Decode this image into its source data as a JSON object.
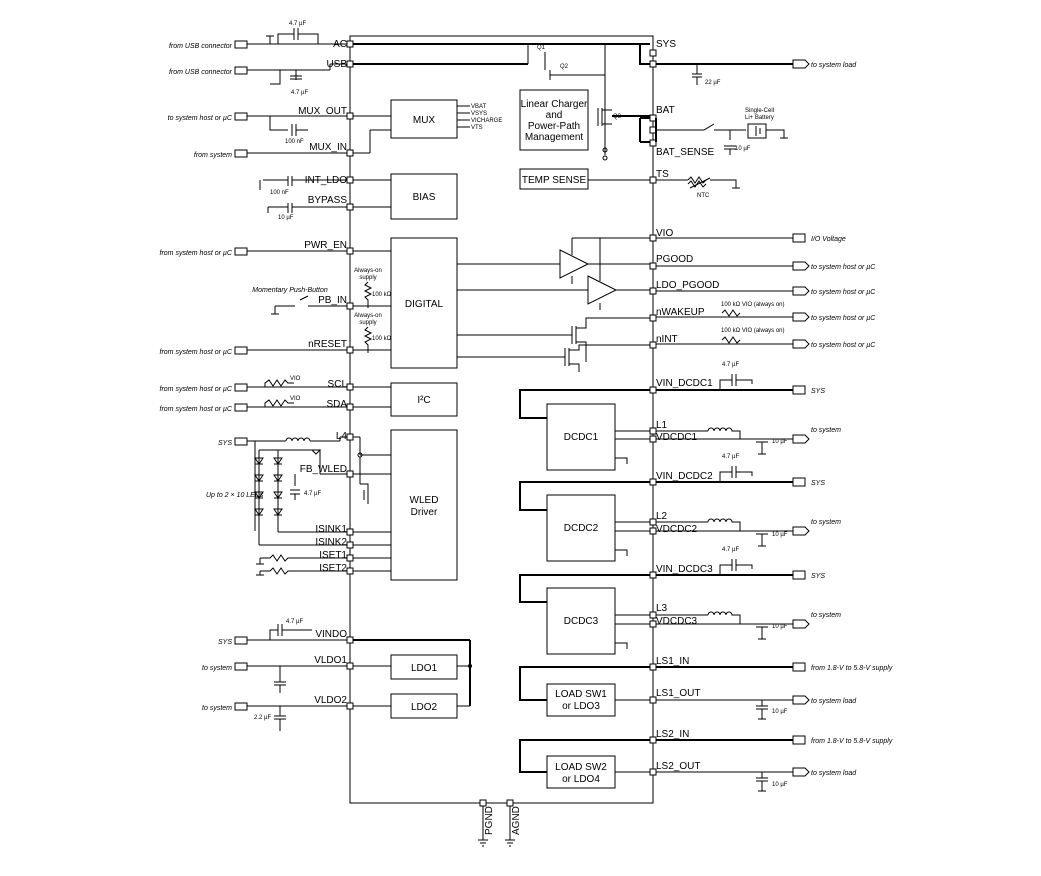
{
  "chip": {
    "left_pins": [
      "AC",
      "USB",
      "MUX_OUT",
      "MUX_IN",
      "INT_LDO",
      "BYPASS",
      "PWR_EN",
      "PB_IN",
      "nRESET",
      "SCL",
      "SDA",
      "L4",
      "FB_WLED",
      "ISINK1",
      "ISINK2",
      "ISET1",
      "ISET2",
      "VINDO",
      "VLDO1",
      "VLDO2"
    ],
    "right_pins": [
      "SYS",
      "BAT",
      "BAT_SENSE",
      "TS",
      "VIO",
      "PGOOD",
      "LDO_PGOOD",
      "nWAKEUP",
      "nINT",
      "VIN_DCDC1",
      "L1",
      "VDCDC1",
      "VIN_DCDC2",
      "L2",
      "VDCDC2",
      "VIN_DCDC3",
      "L3",
      "VDCDC3",
      "LS1_IN",
      "LS1_OUT",
      "LS2_IN",
      "LS2_OUT"
    ],
    "bottom_pins": [
      "PGND",
      "AGND"
    ]
  },
  "blocks": {
    "mux": "MUX",
    "bias": "BIAS",
    "digital": "DIGITAL",
    "i2c": "I²C",
    "wled": [
      "WLED",
      "Driver"
    ],
    "charger": [
      "Linear Charger",
      "and",
      "Power-Path",
      "Management"
    ],
    "temp_sense": "TEMP SENSE",
    "dcdc1": "DCDC1",
    "dcdc2": "DCDC2",
    "dcdc3": "DCDC3",
    "ldo1": "LDO1",
    "ldo2": "LDO2",
    "loadsw1": [
      "LOAD SW1",
      "or LDO3"
    ],
    "loadsw2": [
      "LOAD SW2",
      "or LDO4"
    ]
  },
  "mux_inputs": [
    "VBAT",
    "VSYS",
    "VICHARGE",
    "VTS"
  ],
  "left_labels": {
    "ac": "from USB connector",
    "usb": "from USB connector",
    "mux_out": "to system host or µC",
    "mux_in": "from system",
    "pwr_en": "from system host or µC",
    "pb": "Momentary Push-Button",
    "nreset": "from system host or µC",
    "scl": "from system host or µC",
    "sda": "from system host or µC",
    "sys_l4": "SYS",
    "leds": "Up to 2 × 10 LEDs",
    "sys_vindo": "SYS",
    "vldo1": "to system",
    "vldo2": "to system"
  },
  "right_labels": {
    "sys": "to system load",
    "vio": "I/O Voltage",
    "pgood": "to system host or µC",
    "ldo_pgood": "to system host or µC",
    "nwakeup": "to system host or µC",
    "nint": "to system host or µC",
    "vin_dcdc1": "SYS",
    "vdcdc1": "to system",
    "vin_dcdc2": "SYS",
    "vdcdc2": "to system",
    "vin_dcdc3": "SYS",
    "vdcdc3": "to system",
    "ls1_in": "from 1.8-V to 5.8-V supply",
    "ls1_out": "to system load",
    "ls2_in": "from 1.8-V to 5.8-V supply",
    "ls2_out": "to system load"
  },
  "components": {
    "cap_ac": "4.7 µF",
    "cap_usb": "4.7 µF",
    "cap_mux": "100 nF",
    "cap_intldo": "100 nF",
    "cap_bypass": "10 µF",
    "cap_sys": "22 µF",
    "cap_bat": "10 µF",
    "battery": [
      "Single-Cell",
      "Li+ Battery"
    ],
    "ntc": "NTC",
    "always_on_1": [
      "Always-on",
      "supply"
    ],
    "always_on_2": [
      "Always-on",
      "supply"
    ],
    "res_pb": "100 kΩ",
    "res_nreset": "100 kΩ",
    "res_nwakeup": "100 kΩ  VIO (always on)",
    "res_nint": "100 kΩ  VIO (always on)",
    "vio_scl": "VIO",
    "vio_sda": "VIO",
    "cap_fbwled": "4.7 µF",
    "cap_vin_dcdc1": "4.7 µF",
    "cap_vdcdc1": "10 µF",
    "cap_vin_dcdc2": "4.7 µF",
    "cap_vdcdc2": "10 µF",
    "cap_vin_dcdc3": "4.7 µF",
    "cap_vdcdc3": "10 µF",
    "cap_vindo": "4.7 µF",
    "cap_vldo2": "2.2 µF",
    "cap_ls1": "10 µF",
    "cap_ls2": "10 µF",
    "q1": "Q1",
    "q2": "Q2",
    "q3": "Q3"
  }
}
